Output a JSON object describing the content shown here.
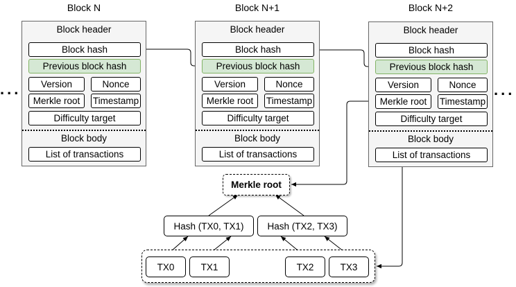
{
  "blocks": [
    {
      "title": "Block N",
      "header_label": "Block header",
      "block_hash": "Block hash",
      "previous_block_hash": "Previous block hash",
      "version": "Version",
      "nonce": "Nonce",
      "merkle_root": "Merkle root",
      "timestamp": "Timestamp",
      "difficulty_target": "Difficulty target",
      "body_label": "Block body",
      "transactions": "List of transactions"
    },
    {
      "title": "Block N+1",
      "header_label": "Block header",
      "block_hash": "Block hash",
      "previous_block_hash": "Previous block hash",
      "version": "Version",
      "nonce": "Nonce",
      "merkle_root": "Merkle root",
      "timestamp": "Timestamp",
      "difficulty_target": "Difficulty target",
      "body_label": "Block body",
      "transactions": "List of transactions"
    },
    {
      "title": "Block N+2",
      "header_label": "Block header",
      "block_hash": "Block hash",
      "previous_block_hash": "Previous block hash",
      "version": "Version",
      "nonce": "Nonce",
      "merkle_root": "Merkle root",
      "timestamp": "Timestamp",
      "difficulty_target": "Difficulty target",
      "body_label": "Block body",
      "transactions": "List of transactions"
    }
  ],
  "ellipsis": "...",
  "merkle_tree": {
    "root": "Merkle root",
    "hash_left": "Hash (TX0, TX1)",
    "hash_right": "Hash (TX2, TX3)",
    "transactions": [
      "TX0",
      "TX1",
      "TX2",
      "TX3"
    ]
  },
  "colors": {
    "block_fill": "#f5f5f5",
    "block_border": "#666666",
    "highlight_fill": "#d5e8d4",
    "highlight_border": "#82b366"
  }
}
